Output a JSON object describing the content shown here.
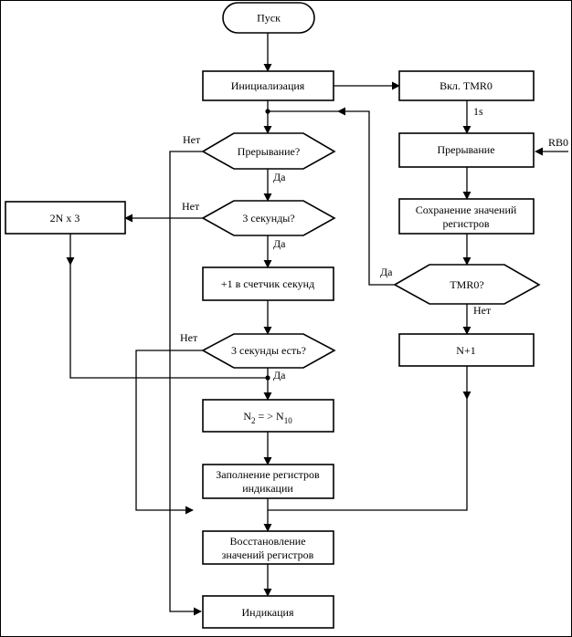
{
  "nodes": {
    "start": "Пуск",
    "init": "Инициализация",
    "interrupt_q": "Прерывание?",
    "three_sec_q": "3 секунды?",
    "incr_counter": "+1 в счетчик секунд",
    "three_sec_done_q": "3 секунды есть?",
    "convert_n2": "N",
    "convert_sub2": "2",
    "convert_arrow": " = > N",
    "convert_sub10": "10",
    "fill_regs_1": "Заполнение регистров",
    "fill_regs_2": "индикации",
    "restore_regs_1": "Восстановление",
    "restore_regs_2": "значений регистров",
    "display": "Индикация",
    "two_n_x3": "2N x 3",
    "enable_tmr0": "Вкл.  TMR0",
    "interrupt": "Прерывание",
    "save_regs_1": "Сохранение значений",
    "save_regs_2": "регистров",
    "tmr0_q": "TMR0?",
    "n_plus_1": "N+1"
  },
  "labels": {
    "yes_interrupt": "Да",
    "no_interrupt": "Нет",
    "yes_three_sec": "Да",
    "no_three_sec": "Нет",
    "yes_three_sec_done": "Да",
    "no_three_sec_done": "Нет",
    "yes_tmr0": "Да",
    "no_tmr0": "Нет",
    "one_s": "1s",
    "rb0": "RB0"
  }
}
